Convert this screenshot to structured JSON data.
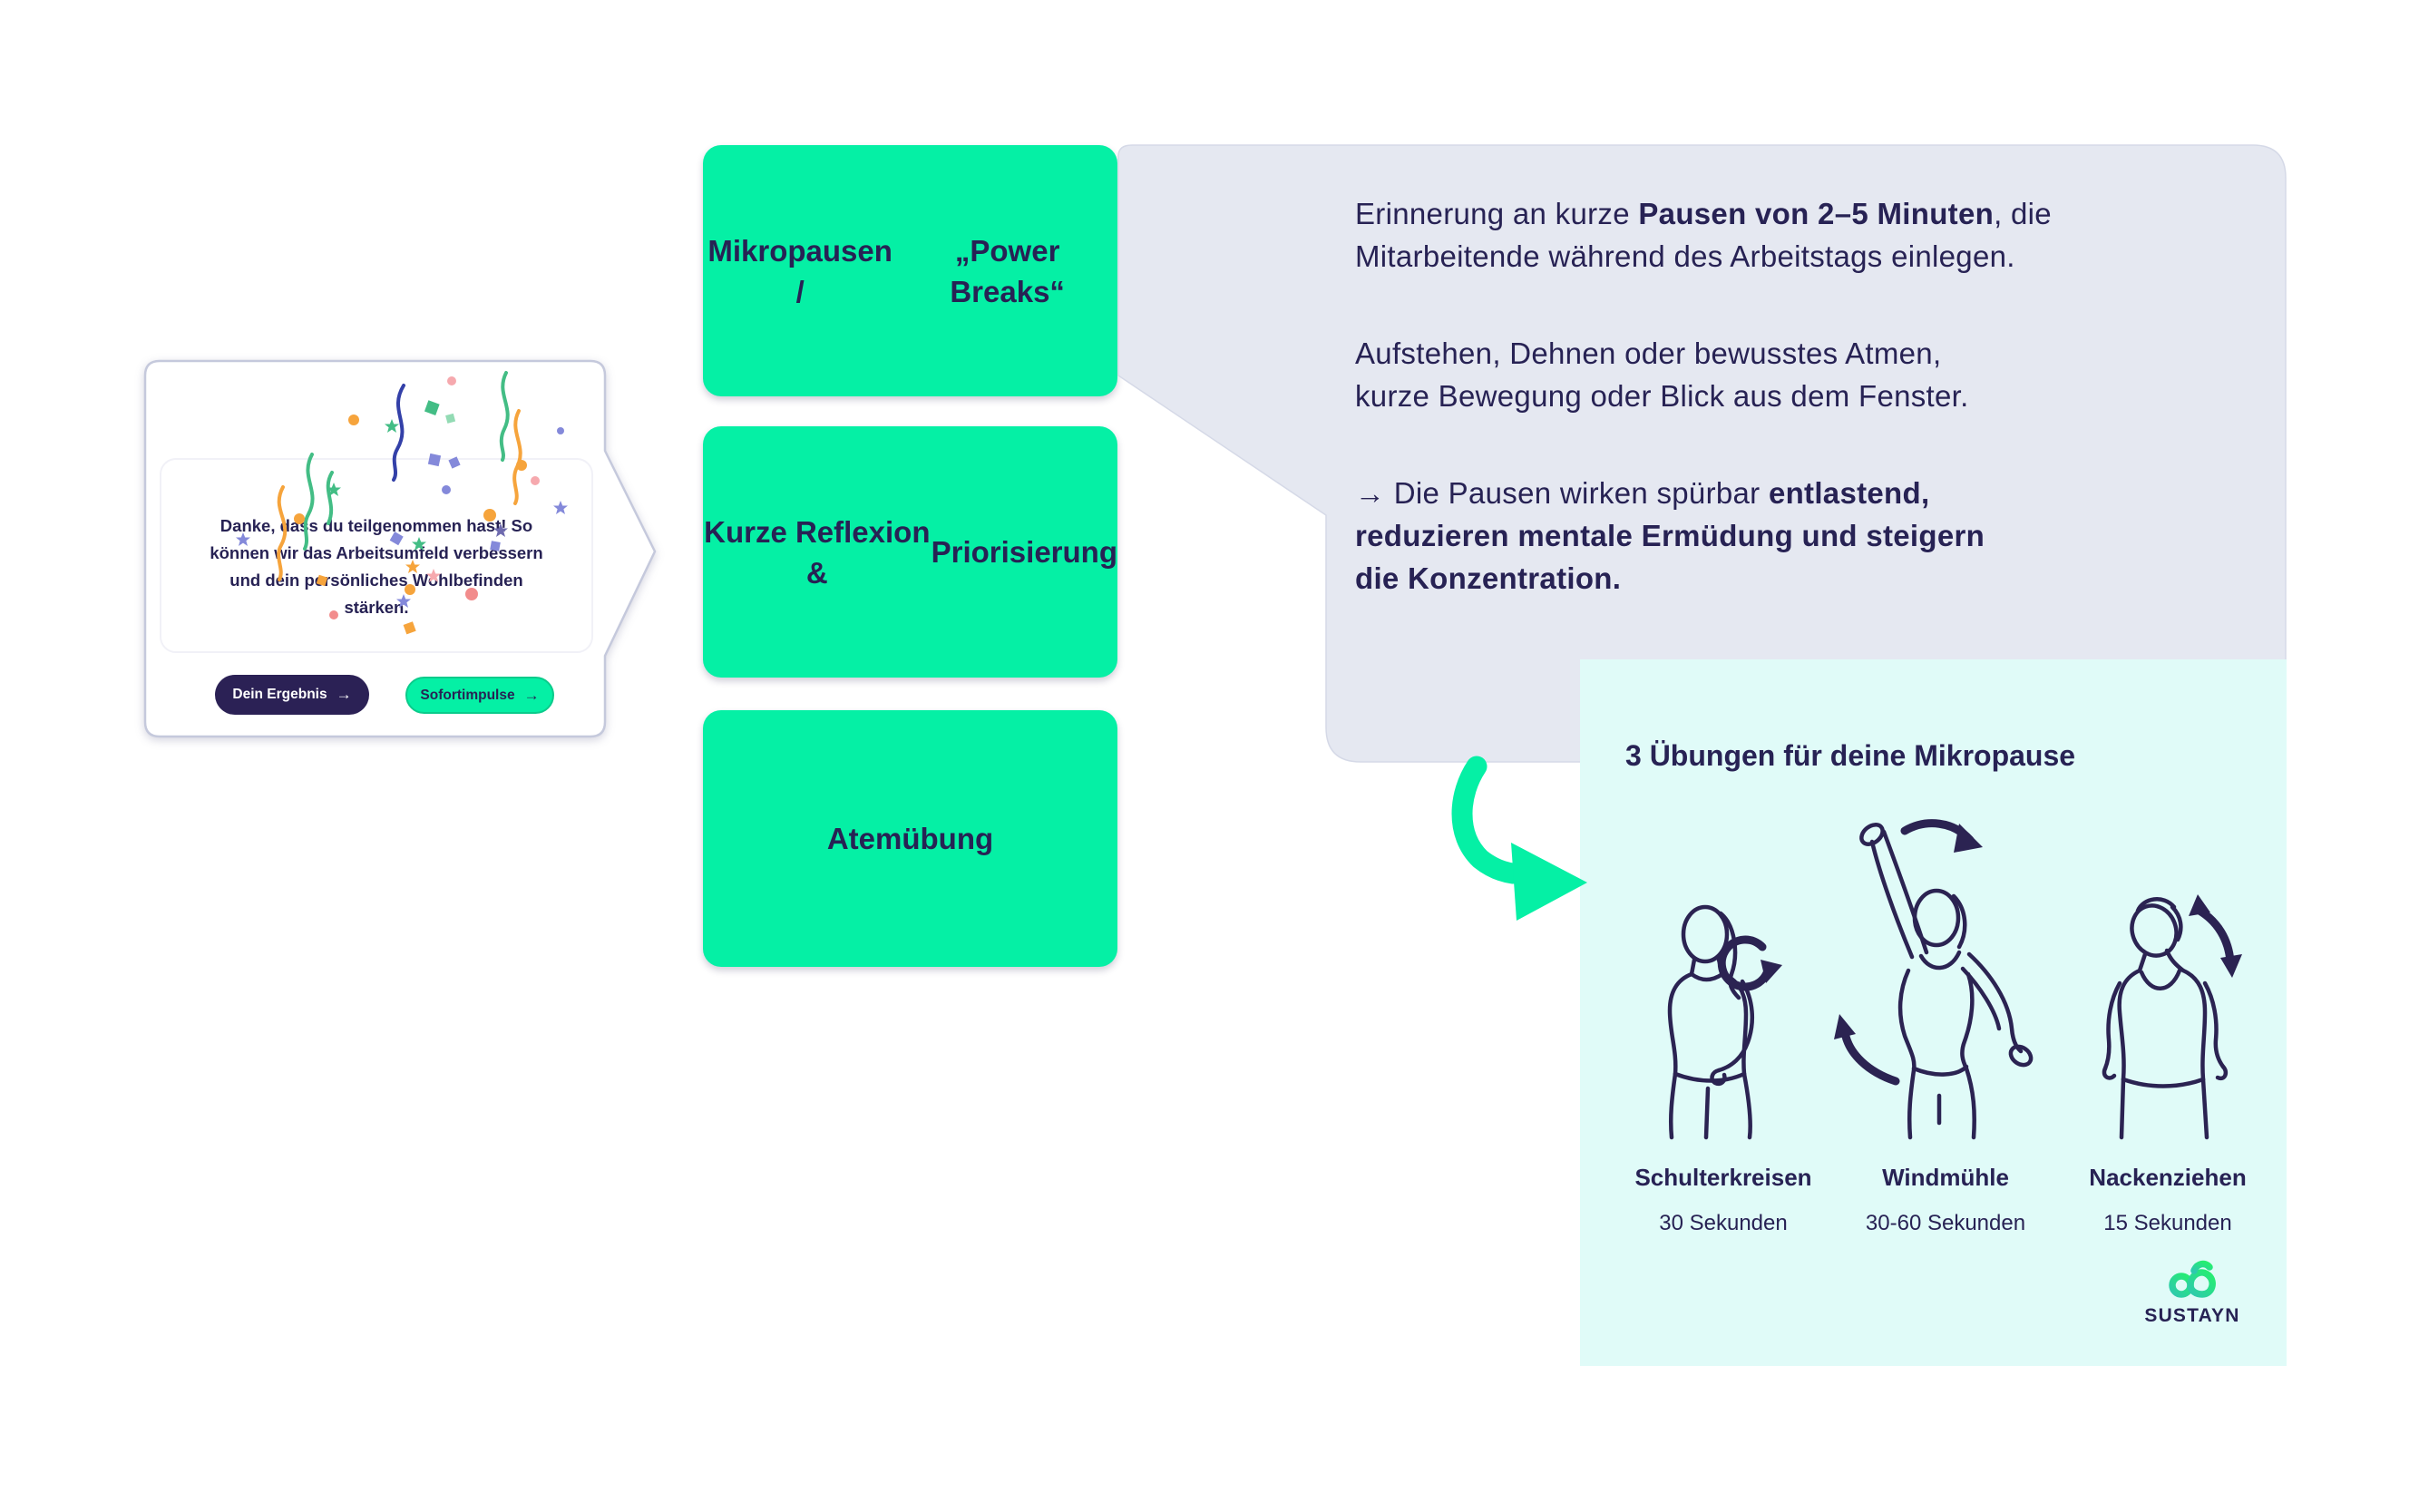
{
  "colors": {
    "navy": "#272254",
    "green": "#05F0A5",
    "green_btn_border": "#0BCB8B",
    "dark_btn": "#2B2155",
    "bubble_bg": "#E5E8F1",
    "bubble_edge": "#D5D9E7",
    "panel_bg": "#E0FBF8",
    "card_border": "#C5C9DC",
    "figure_stroke": "#2B2352",
    "logo_teal": "#2EC9AE",
    "logo_green": "#25EF6F"
  },
  "result_card": {
    "message_lines": [
      "Danke, dass du teilgenommen hast! So",
      "können wir das Arbeitsumfeld verbessern",
      "und dein persönliches Wohlbefinden",
      "stärken."
    ],
    "primary_button": {
      "label": "Dein Ergebnis",
      "arrow": "→"
    },
    "secondary_button": {
      "label": "Sofortimpulse",
      "arrow": "→"
    }
  },
  "impulse_cards": [
    {
      "lines": [
        "Mikropausen /",
        "„Power Breaks“"
      ]
    },
    {
      "lines": [
        "Kurze Reflexion &",
        "Priorisierung"
      ]
    },
    {
      "lines": [
        "Atemübung"
      ]
    }
  ],
  "bubble": {
    "paragraphs": [
      {
        "lines": [
          [
            {
              "t": "Erinnerung an kurze ",
              "b": 0
            },
            {
              "t": "Pausen von 2–5 Minuten",
              "b": 1
            },
            {
              "t": ", die",
              "b": 0
            }
          ],
          [
            {
              "t": "Mitarbeitende während des Arbeitstags einlegen.",
              "b": 0
            }
          ]
        ]
      },
      {
        "lines": [
          [
            {
              "t": "Aufstehen, Dehnen oder bewusstes Atmen,",
              "b": 0
            }
          ],
          [
            {
              "t": "kurze Bewegung oder Blick aus dem Fenster.",
              "b": 0
            }
          ]
        ]
      },
      {
        "lines": [
          [
            {
              "t": "→ Die Pausen wirken spürbar ",
              "b": 0
            },
            {
              "t": "entlastend,",
              "b": 1
            }
          ],
          [
            {
              "t": "reduzieren mentale Ermüdung und steigern",
              "b": 1
            }
          ],
          [
            {
              "t": "die Konzentration.",
              "b": 1
            }
          ]
        ]
      }
    ]
  },
  "exercise_panel": {
    "title": "3 Übungen für deine Mikropause",
    "exercises": [
      {
        "name": "Schulterkreisen",
        "duration": "30 Sekunden"
      },
      {
        "name": "Windmühle",
        "duration": "30-60 Sekunden"
      },
      {
        "name": "Nackenziehen",
        "duration": "15 Sekunden"
      }
    ]
  },
  "logo": {
    "text": "SUSTAYN"
  }
}
